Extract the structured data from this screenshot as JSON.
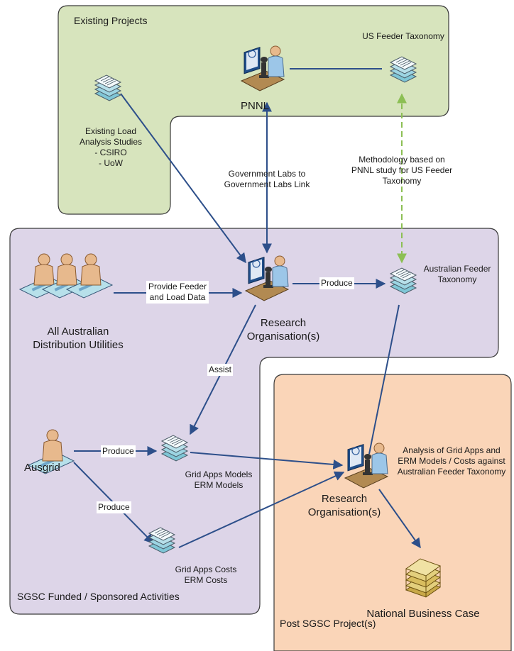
{
  "regions": {
    "existing": "Existing Projects",
    "sgsc": "SGSC Funded / Sponsored Activities",
    "post": "Post SGSC Project(s)"
  },
  "nodes": {
    "existing_load": [
      "Existing Load",
      "Analysis Studies",
      "- CSIRO",
      "- UoW"
    ],
    "pnnl": "PNNL",
    "us_feeder": "US Feeder Taxonomy",
    "all_utilities": [
      "All Australian",
      "Distribution Utilities"
    ],
    "research_org_1": [
      "Research",
      "Organisation(s)"
    ],
    "aus_feeder": [
      "Australian Feeder",
      "Taxonomy"
    ],
    "ausgrid": "Ausgrid",
    "grid_models": [
      "Grid Apps Models",
      "ERM Models"
    ],
    "grid_costs": [
      "Grid Apps Costs",
      "ERM Costs"
    ],
    "research_org_2": [
      "Research",
      "Organisation(s)"
    ],
    "analysis": [
      "Analysis of Grid Apps and",
      "ERM Models / Costs against",
      "Australian Feeder Taxonomy"
    ],
    "business_case": "National Business Case"
  },
  "edges": {
    "gov_labs": [
      "Government Labs to",
      "Government Labs Link"
    ],
    "methodology": [
      "Methodology based on",
      "PNNL study for US Feeder",
      "Taxonomy"
    ],
    "provide": [
      "Provide Feeder",
      "and Load Data"
    ],
    "produce_1": "Produce",
    "assist": "Assist",
    "produce_2": "Produce",
    "produce_3": "Produce"
  },
  "colors": {
    "existing_fill": "#d7e4bd",
    "sgsc_fill": "#ddd5e8",
    "post_fill": "#fad5b8",
    "arrow": "#2d4f8a",
    "dashed_arrow": "#8cbf54",
    "doc_fill": "#b7e0ea",
    "person_fill": "#e7b98d",
    "monitor_fill": "#1f4e8a",
    "books_fill": "#e3cf7d"
  },
  "icons": [
    "document-stack-icon",
    "scientist-workstation-icon",
    "worker-group-icon",
    "worker-icon",
    "book-stack-icon"
  ]
}
